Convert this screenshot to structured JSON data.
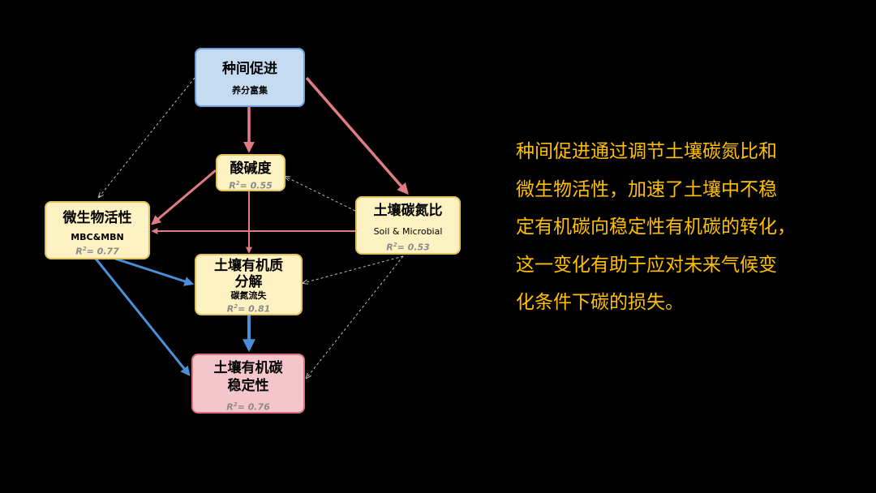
{
  "nodes": {
    "intercrop": {
      "title": "种间促进",
      "sub": "养分富集"
    },
    "ph": {
      "title": "酸碱度",
      "r2_value": "= 0.55"
    },
    "microbe": {
      "title": "微生物活性",
      "sub": "MBC&MBN",
      "r2_value": "= 0.77"
    },
    "cn": {
      "title": "土壤碳氮比",
      "sub": "Soil & Microbial",
      "r2_value": "= 0.53"
    },
    "decomp": {
      "title_line1": "土壤有机质",
      "title_line2": "分解",
      "sub": "碳氮流失",
      "r2_value": "= 0.81"
    },
    "soc": {
      "title_line1": "土壤有机碳",
      "title_line2": "稳定性",
      "r2_value": "= 0.76"
    }
  },
  "r2_symbol": "R",
  "r2_sup": "2",
  "side_text": [
    "种间促进通过调节土壤碳氮比和",
    "微生物活性，加速了土壤中不稳",
    "定有机碳向稳定性有机碳的转化，",
    "这一变化有助于应对未来气候变",
    "化条件下碳的损失。"
  ],
  "colors": {
    "background": "#000000",
    "side_text": "#ffc000",
    "red_arrow": "#e07c86",
    "blue_arrow": "#4a90d9",
    "dashed_arrow": "#bfbfbf"
  }
}
